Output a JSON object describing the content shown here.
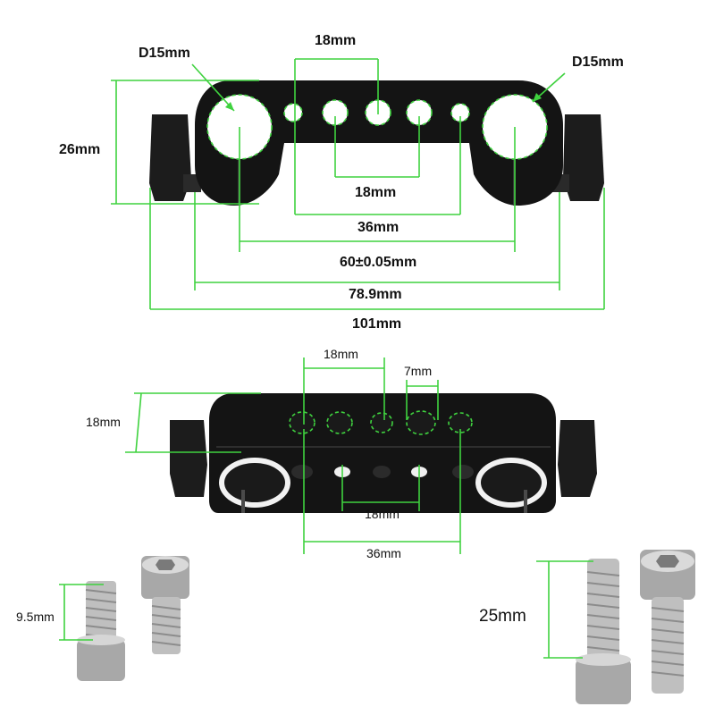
{
  "colors": {
    "dimension": "#3fd23f",
    "part": "#141414",
    "screw": "#b9b9b9"
  },
  "top_view": {
    "left_rod_diameter": "D15mm",
    "right_rod_diameter": "D15mm",
    "height": "26mm",
    "hole_spacing_top": "18mm",
    "hole_spacing_inner": "18mm",
    "hole_span": "36mm",
    "rod_center_distance": "60±0.05mm",
    "knob_span": "78.9mm",
    "overall_width": "101mm"
  },
  "front_view": {
    "height": "18mm",
    "hole_spacing_top": "18mm",
    "hole_size": "7mm",
    "hole_spacing_bottom": "18mm",
    "hole_span": "36mm"
  },
  "screws": {
    "short_length": "9.5mm",
    "long_length": "25mm"
  }
}
